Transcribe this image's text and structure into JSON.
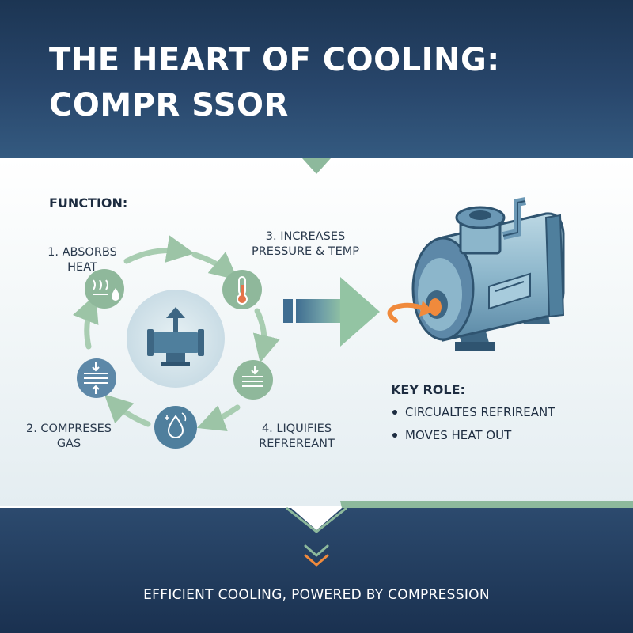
{
  "header": {
    "title_line1": "THE HEART OF COOLING:",
    "title_line2": "COMPR SSOR"
  },
  "cycle": {
    "heading": "FUNCTION:",
    "steps": [
      {
        "line1": "1. ABSORBS",
        "line2": "HEAT",
        "icon": "heat-waves-icon"
      },
      {
        "line1": "2. COMPRESES",
        "line2": "GAS",
        "icon": "compress-arrows-icon"
      },
      {
        "line1": "3. INCREASES",
        "line2": "PRESSURE & TEMP",
        "icon": "thermometer-icon"
      },
      {
        "line1": "4. LIQUIFIES",
        "line2": "REFREREANT",
        "icon": "condenser-icon"
      }
    ]
  },
  "key_role": {
    "heading": "KEY ROLE:",
    "items": [
      "CIRCUALTES REFRIREANT",
      "MOVES HEAT OUT"
    ]
  },
  "footer": {
    "tagline": "EFFICIENT COOLING, POWERED BY COMPRESSION"
  },
  "colors": {
    "navy": "#1c3553",
    "green": "#8fb89b",
    "steel": "#5d88a8",
    "orange": "#f08a3c"
  }
}
